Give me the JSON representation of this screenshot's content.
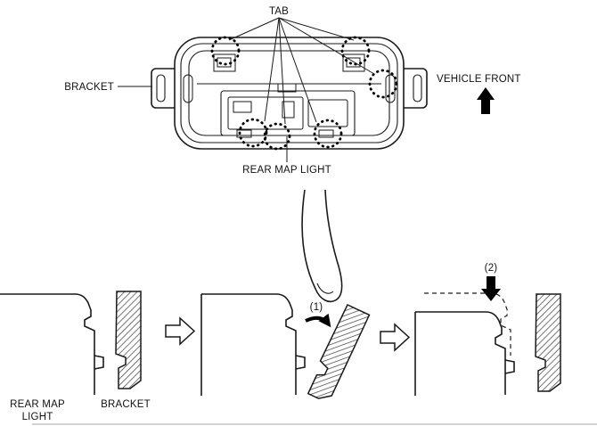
{
  "top_view": {
    "tab_label": "TAB",
    "bracket_label": "BRACKET",
    "vehicle_front_label": "VEHICLE FRONT",
    "rear_map_light_label": "REAR MAP LIGHT"
  },
  "sequence": {
    "panel1": {
      "rear_map_light_label_line1": "REAR MAP",
      "rear_map_light_label_line2": "LIGHT",
      "bracket_label": "BRACKET"
    },
    "panel2": {
      "step_label": "(1)"
    },
    "panel3": {
      "step_label": "(2)"
    }
  },
  "colors": {
    "line": "#1a1a1a",
    "background": "#ffffff"
  }
}
